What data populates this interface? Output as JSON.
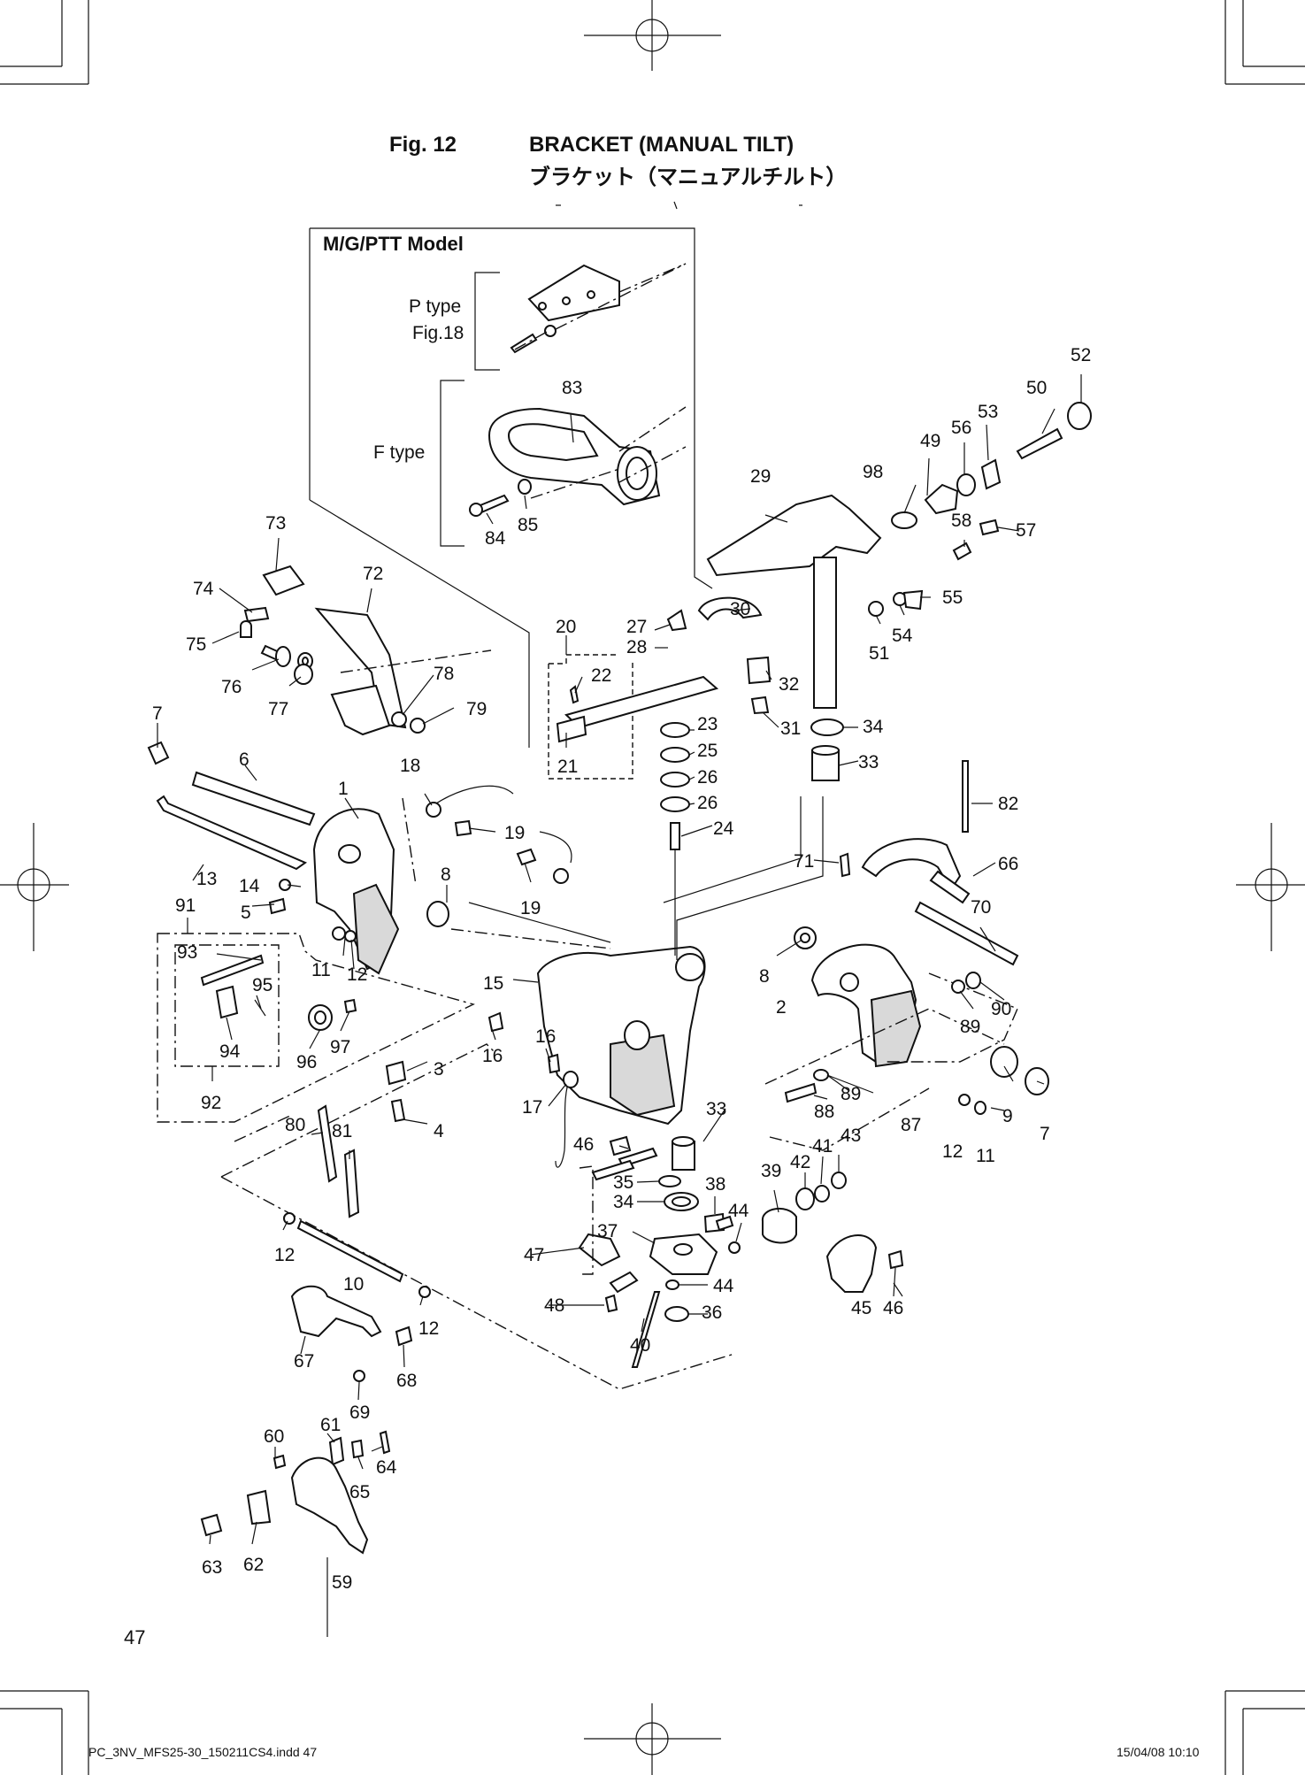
{
  "header": {
    "fig_label": "Fig. 12",
    "title": "BRACKET (MANUAL TILT)",
    "title_jp": "ブラケット（マニュアルチルト）"
  },
  "inset": {
    "model_label": "M/G/PTT Model",
    "p_type": "P type",
    "p_type_ref": "Fig.18",
    "f_type": "F type"
  },
  "page_number": "47",
  "footer": {
    "file_name": "PC_3NV_MFS25-30_150211CS4.indd   47",
    "timestamp": "15/04/08   10:10"
  },
  "callouts": [
    {
      "id": "c1",
      "text": "1"
    },
    {
      "id": "c2",
      "text": "2"
    },
    {
      "id": "c3",
      "text": "3"
    },
    {
      "id": "c4",
      "text": "4"
    },
    {
      "id": "c5",
      "text": "5"
    },
    {
      "id": "c6",
      "text": "6"
    },
    {
      "id": "c7a",
      "text": "7"
    },
    {
      "id": "c7b",
      "text": "7"
    },
    {
      "id": "c8a",
      "text": "8"
    },
    {
      "id": "c8b",
      "text": "8"
    },
    {
      "id": "c9",
      "text": "9"
    },
    {
      "id": "c10",
      "text": "10"
    },
    {
      "id": "c11a",
      "text": "11"
    },
    {
      "id": "c11b",
      "text": "11"
    },
    {
      "id": "c12a",
      "text": "12"
    },
    {
      "id": "c12b",
      "text": "12"
    },
    {
      "id": "c12c",
      "text": "12"
    },
    {
      "id": "c12d",
      "text": "12"
    },
    {
      "id": "c13",
      "text": "13"
    },
    {
      "id": "c14",
      "text": "14"
    },
    {
      "id": "c15",
      "text": "15"
    },
    {
      "id": "c16a",
      "text": "16"
    },
    {
      "id": "c16b",
      "text": "16"
    },
    {
      "id": "c17",
      "text": "17"
    },
    {
      "id": "c18",
      "text": "18"
    },
    {
      "id": "c19a",
      "text": "19"
    },
    {
      "id": "c19b",
      "text": "19"
    },
    {
      "id": "c20",
      "text": "20"
    },
    {
      "id": "c21",
      "text": "21"
    },
    {
      "id": "c22",
      "text": "22"
    },
    {
      "id": "c23",
      "text": "23"
    },
    {
      "id": "c24",
      "text": "24"
    },
    {
      "id": "c25",
      "text": "25"
    },
    {
      "id": "c26a",
      "text": "26"
    },
    {
      "id": "c26b",
      "text": "26"
    },
    {
      "id": "c27",
      "text": "27"
    },
    {
      "id": "c28",
      "text": "28"
    },
    {
      "id": "c29",
      "text": "29"
    },
    {
      "id": "c30",
      "text": "30"
    },
    {
      "id": "c31",
      "text": "31"
    },
    {
      "id": "c32",
      "text": "32"
    },
    {
      "id": "c33a",
      "text": "33"
    },
    {
      "id": "c33b",
      "text": "33"
    },
    {
      "id": "c34a",
      "text": "34"
    },
    {
      "id": "c34b",
      "text": "34"
    },
    {
      "id": "c35",
      "text": "35"
    },
    {
      "id": "c36",
      "text": "36"
    },
    {
      "id": "c37",
      "text": "37"
    },
    {
      "id": "c38",
      "text": "38"
    },
    {
      "id": "c39",
      "text": "39"
    },
    {
      "id": "c40",
      "text": "40"
    },
    {
      "id": "c41",
      "text": "41"
    },
    {
      "id": "c42",
      "text": "42"
    },
    {
      "id": "c43",
      "text": "43"
    },
    {
      "id": "c44a",
      "text": "44"
    },
    {
      "id": "c44b",
      "text": "44"
    },
    {
      "id": "c45",
      "text": "45"
    },
    {
      "id": "c46a",
      "text": "46"
    },
    {
      "id": "c46b",
      "text": "46"
    },
    {
      "id": "c47",
      "text": "47"
    },
    {
      "id": "c48",
      "text": "48"
    },
    {
      "id": "c49",
      "text": "49"
    },
    {
      "id": "c50",
      "text": "50"
    },
    {
      "id": "c51",
      "text": "51"
    },
    {
      "id": "c52",
      "text": "52"
    },
    {
      "id": "c53",
      "text": "53"
    },
    {
      "id": "c54",
      "text": "54"
    },
    {
      "id": "c55",
      "text": "55"
    },
    {
      "id": "c56",
      "text": "56"
    },
    {
      "id": "c57",
      "text": "57"
    },
    {
      "id": "c58",
      "text": "58"
    },
    {
      "id": "c59",
      "text": "59"
    },
    {
      "id": "c60",
      "text": "60"
    },
    {
      "id": "c61",
      "text": "61"
    },
    {
      "id": "c62",
      "text": "62"
    },
    {
      "id": "c63",
      "text": "63"
    },
    {
      "id": "c64",
      "text": "64"
    },
    {
      "id": "c65",
      "text": "65"
    },
    {
      "id": "c66",
      "text": "66"
    },
    {
      "id": "c67",
      "text": "67"
    },
    {
      "id": "c68",
      "text": "68"
    },
    {
      "id": "c69",
      "text": "69"
    },
    {
      "id": "c70",
      "text": "70"
    },
    {
      "id": "c71",
      "text": "71"
    },
    {
      "id": "c72",
      "text": "72"
    },
    {
      "id": "c73",
      "text": "73"
    },
    {
      "id": "c74",
      "text": "74"
    },
    {
      "id": "c75",
      "text": "75"
    },
    {
      "id": "c76",
      "text": "76"
    },
    {
      "id": "c77",
      "text": "77"
    },
    {
      "id": "c78",
      "text": "78"
    },
    {
      "id": "c79",
      "text": "79"
    },
    {
      "id": "c80",
      "text": "80"
    },
    {
      "id": "c81",
      "text": "81"
    },
    {
      "id": "c82",
      "text": "82"
    },
    {
      "id": "c83",
      "text": "83"
    },
    {
      "id": "c84",
      "text": "84"
    },
    {
      "id": "c85",
      "text": "85"
    },
    {
      "id": "c87",
      "text": "87"
    },
    {
      "id": "c88",
      "text": "88"
    },
    {
      "id": "c89a",
      "text": "89"
    },
    {
      "id": "c89b",
      "text": "89"
    },
    {
      "id": "c90",
      "text": "90"
    },
    {
      "id": "c91",
      "text": "91"
    },
    {
      "id": "c92",
      "text": "92"
    },
    {
      "id": "c93",
      "text": "93"
    },
    {
      "id": "c94",
      "text": "94"
    },
    {
      "id": "c95",
      "text": "95"
    },
    {
      "id": "c96",
      "text": "96"
    },
    {
      "id": "c97",
      "text": "97"
    },
    {
      "id": "c98",
      "text": "98"
    }
  ]
}
